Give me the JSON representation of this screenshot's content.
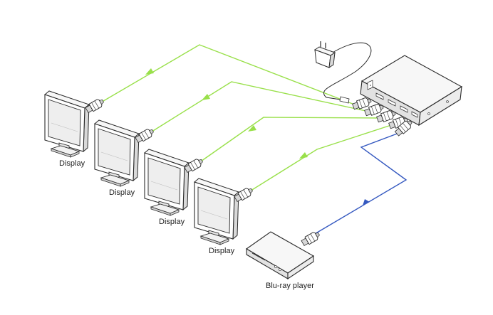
{
  "labels": {
    "display_1": "Display",
    "display_2": "Display",
    "display_3": "Display",
    "display_4": "Display",
    "source": "Blu-ray player"
  },
  "colors": {
    "output_cable": "#99e04a",
    "input_cable": "#3559c0",
    "outline": "#2a2a2a",
    "screen": "#eeeeee",
    "device_side": "#e0e0e0",
    "device_top": "#f7f7f7"
  },
  "icons": [
    "power-adapter-icon",
    "hdmi-splitter-icon",
    "monitor-icon",
    "blu-ray-player-icon",
    "hdmi-plug-icon",
    "arrow-icon"
  ]
}
